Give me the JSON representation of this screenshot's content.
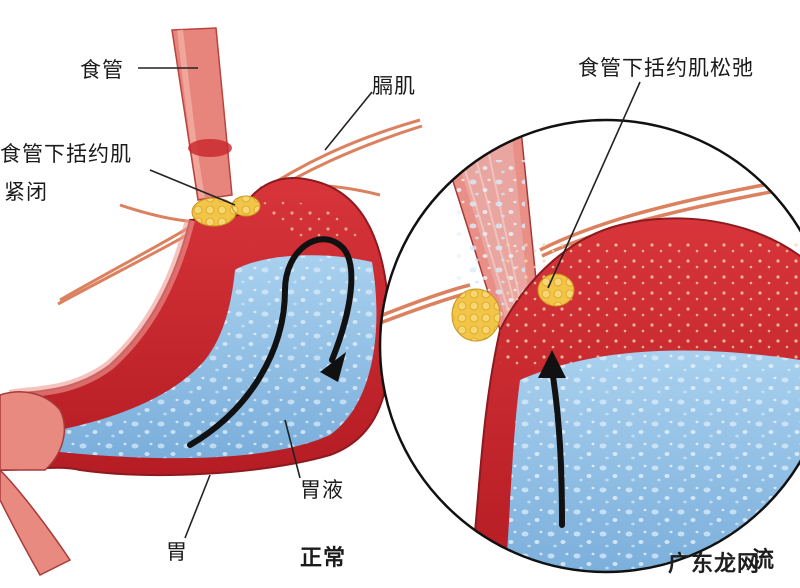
{
  "labels": {
    "esophagus": "食管",
    "diaphragm": "膈肌",
    "les_closed_line1": "食管下括约肌",
    "les_closed_line2": "紧闭",
    "les_relaxed": "食管下括约肌松弛",
    "gastric_juice": "胃液",
    "stomach": "胃",
    "normal": "正常",
    "reflux_partial": "流"
  },
  "watermark": "广东龙网",
  "colors": {
    "stomach_wall": "#c9242b",
    "stomach_outer": "#e77b74",
    "gastric_fluid": "#8fbfe6",
    "sphincter": "#f3c64a",
    "arrow": "#111111",
    "line": "#222222"
  }
}
